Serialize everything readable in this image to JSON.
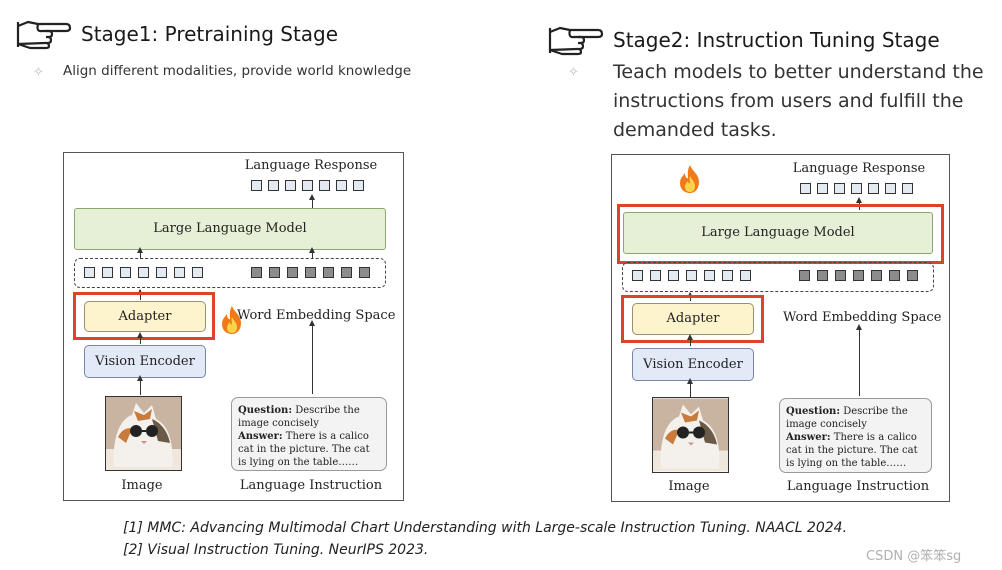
{
  "stage1": {
    "title": "Stage1: Pretraining Stage",
    "subtitle": "Align different modalities, provide world knowledge",
    "bullet_icon": "four-point-star-icon"
  },
  "stage2": {
    "title": "Stage2: Instruction Tuning Stage",
    "subtitle": "Teach models to better understand the instructions from users and fulfill the demanded tasks.",
    "bullet_icon": "four-point-star-icon"
  },
  "diagram": {
    "language_response": "Language Response",
    "llm_label": "Large Language Model",
    "adapter_label": "Adapter",
    "vision_encoder_label": "Vision Encoder",
    "word_embedding_label": "Word Embedding Space",
    "image_caption": "Image",
    "language_instruction_caption": "Language Instruction",
    "question_label": "Question:",
    "question_text": "Describe the image concisely",
    "answer_label": "Answer:",
    "answer_text": "There is a calico cat in the picture. The cat is lying on the table……",
    "highlight_color": "#d9442b",
    "trainable_icon": "fire-icon"
  },
  "references": {
    "ref1": "[1] MMC: Advancing Multimodal Chart Understanding with Large-scale Instruction Tuning. NAACL 2024.",
    "ref2": "[2] Visual Instruction Tuning. NeurIPS 2023."
  },
  "watermark": "CSDN @笨笨sg"
}
